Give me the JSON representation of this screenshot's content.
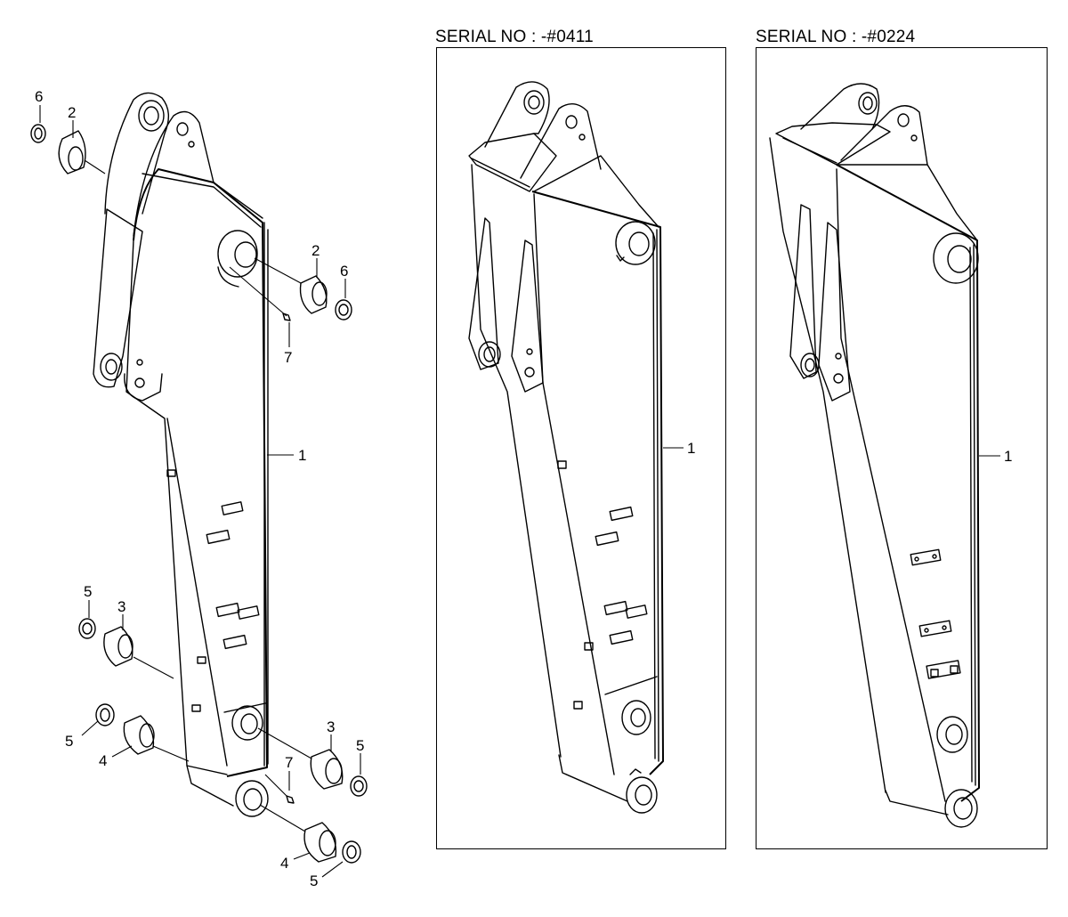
{
  "panels": [
    {
      "serial_label": "SERIAL NO : -#0411",
      "part_callouts": [
        "1"
      ]
    },
    {
      "serial_label": "SERIAL NO : -#0224",
      "part_callouts": [
        "1"
      ]
    }
  ],
  "main_callouts": {
    "arm": "1",
    "bushing_top": "2",
    "bushing_top_pin": "2",
    "shim_top_left": "6",
    "shim_top_right": "6",
    "bolt_top": "7",
    "shim_mid_left": "5",
    "bushing_mid_left": "3",
    "shim_low_left": "5",
    "bushing_low_left": "4",
    "bushing_mid_right": "3",
    "shim_mid_right": "5",
    "bolt_bottom": "7",
    "bushing_bottom": "4",
    "shim_bottom": "5"
  }
}
